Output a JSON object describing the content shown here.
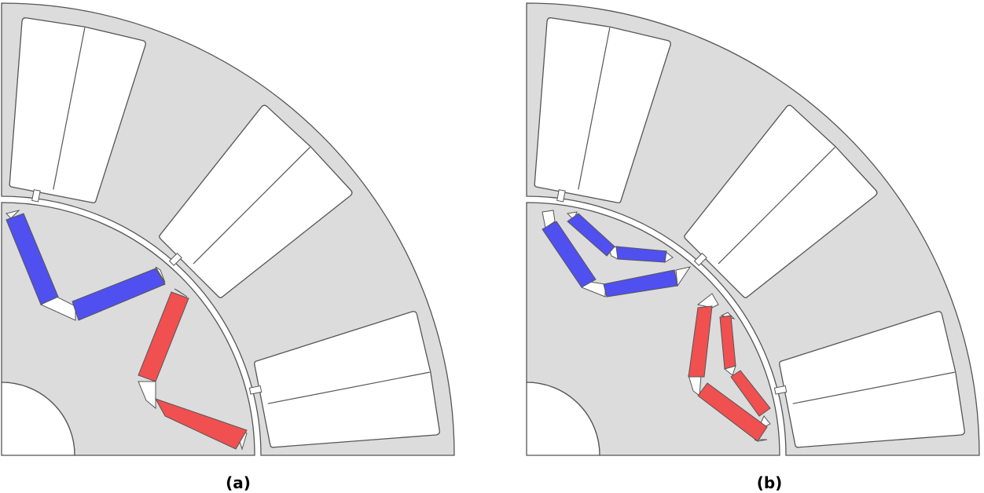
{
  "figure": {
    "panels": [
      {
        "id": "a",
        "caption": "(a)",
        "rotor_type": "single-layer V magnets"
      },
      {
        "id": "b",
        "caption": "(b)",
        "rotor_type": "double-layer V magnets"
      }
    ],
    "colors": {
      "iron": "#dcdcdd",
      "outline": "#555555",
      "slot": "#ffffff",
      "magnet_north": "#5050f0",
      "magnet_south": "#f05050",
      "flux_barrier": "#ffffff"
    }
  }
}
